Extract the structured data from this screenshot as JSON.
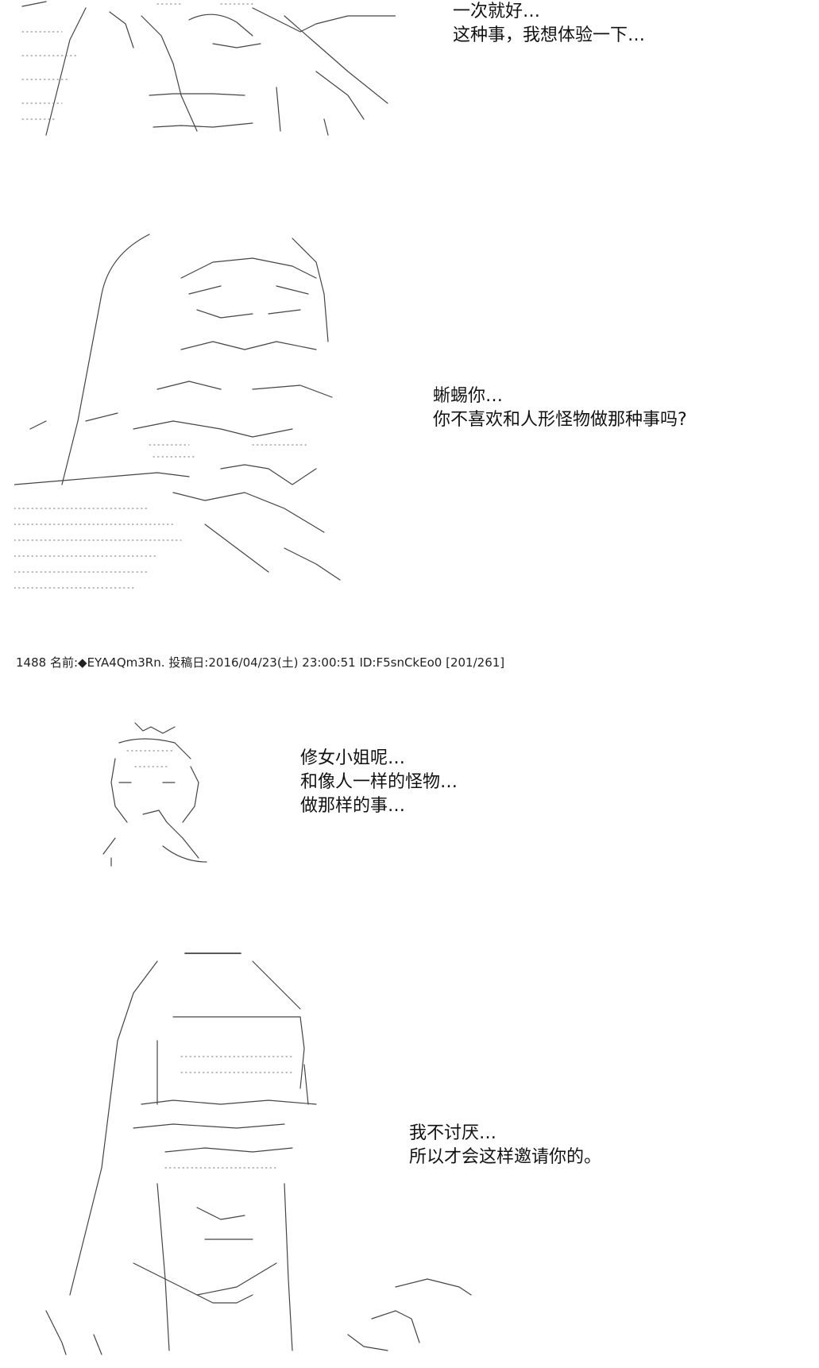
{
  "panels": [
    {
      "id": "panel-1",
      "lines": [
        "一次就好…",
        "这种事，我想体验一下…"
      ]
    },
    {
      "id": "panel-2",
      "lines": [
        "蜥蜴你…",
        "你不喜欢和人形怪物做那种事吗?"
      ]
    },
    {
      "id": "panel-3",
      "lines": [
        "修女小姐呢…",
        "和像人一样的怪物…",
        "做那样的事…"
      ]
    },
    {
      "id": "panel-4",
      "lines": [
        "我不讨厌…",
        "所以才会这样邀请你的。"
      ]
    }
  ],
  "post_header": {
    "number": "1488",
    "name_label": "名前:",
    "trip": "◆EYA4Qm3Rn.",
    "posted_label": "投稿日:",
    "datetime": "2016/04/23(土) 23:00:51",
    "id": "ID:F5snCkEo0",
    "count": "[201/261]"
  }
}
